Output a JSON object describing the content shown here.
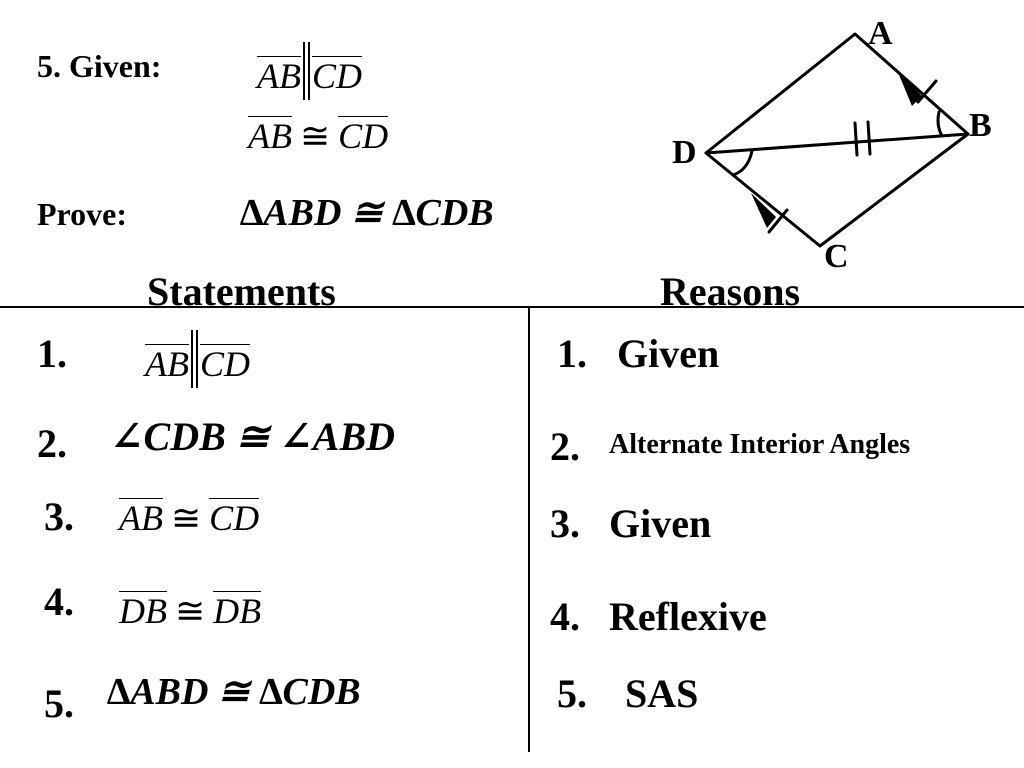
{
  "problem": {
    "label": "5.  Given:",
    "given1": {
      "seg1": "AB",
      "seg2": "CD"
    },
    "given2": {
      "seg1": "AB",
      "symbol": "≅",
      "seg2": "CD"
    },
    "prove_label": "Prove:",
    "prove_statement": "∆ABD ≅ ∆CDB"
  },
  "diagram": {
    "labels": {
      "A": "A",
      "B": "B",
      "C": "C",
      "D": "D"
    }
  },
  "table": {
    "headers": {
      "statements": "Statements",
      "reasons": "Reasons"
    },
    "rows": [
      {
        "num": "1.",
        "statement": {
          "type": "parallel",
          "seg1": "AB",
          "seg2": "CD"
        },
        "reason_num": "1.",
        "reason": "Given"
      },
      {
        "num": "2.",
        "statement": {
          "type": "text",
          "text": "∠CDB ≅ ∠ABD"
        },
        "reason_num": "2.",
        "reason": "Alternate Interior Angles"
      },
      {
        "num": "3.",
        "statement": {
          "type": "congruent",
          "seg1": "AB",
          "symbol": "≅",
          "seg2": "CD"
        },
        "reason_num": "3.",
        "reason": "Given"
      },
      {
        "num": "4.",
        "statement": {
          "type": "congruent",
          "seg1": "DB",
          "symbol": "≅",
          "seg2": "DB"
        },
        "reason_num": "4.",
        "reason": "Reflexive"
      },
      {
        "num": "5.",
        "statement": {
          "type": "text",
          "text": "∆ABD ≅ ∆CDB"
        },
        "reason_num": "5.",
        "reason": "SAS"
      }
    ]
  }
}
